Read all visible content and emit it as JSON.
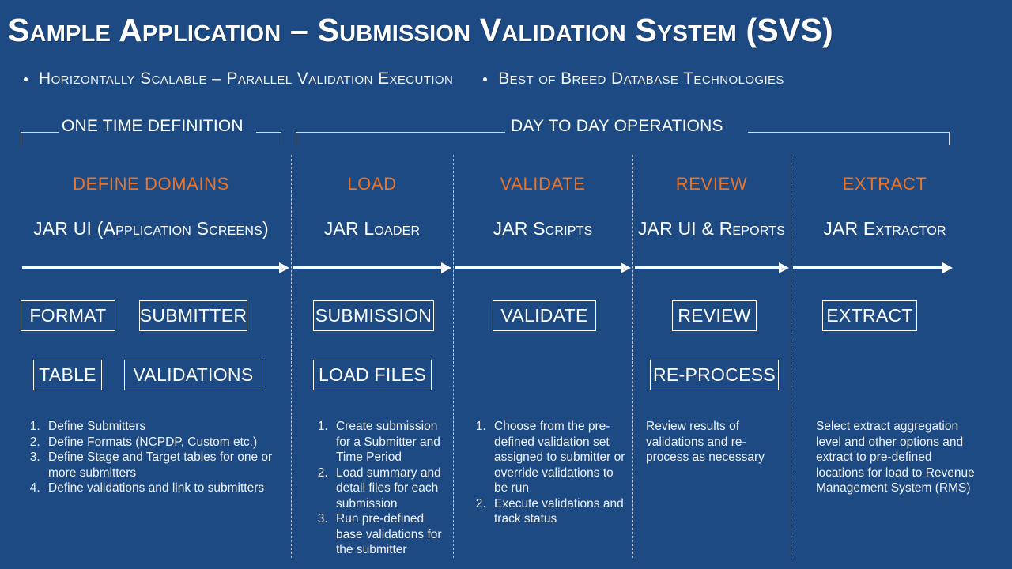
{
  "slide": {
    "title": "Sample Application – Submission Validation System (SVS)",
    "background_color": "#1d4a82",
    "accent_color": "#e8742c",
    "text_color": "#ffffff"
  },
  "subtitle": {
    "bullets": [
      "Horizontally Scalable – Parallel Validation Execution",
      "Best of Breed Database Technologies"
    ]
  },
  "phases": [
    {
      "label": "ONE TIME DEFINITION"
    },
    {
      "label": "DAY TO DAY OPERATIONS"
    }
  ],
  "columns": [
    {
      "header": "DEFINE DOMAINS",
      "subheader": "JAR UI (Application Screens)",
      "boxes": [
        "FORMAT",
        "SUBMITTER",
        "TABLE",
        "VALIDATIONS"
      ],
      "steps": [
        "Define Submitters",
        "Define Formats (NCPDP, Custom etc.)",
        "Define Stage and Target tables for one or more submitters",
        "Define validations and link to submitters"
      ],
      "note": ""
    },
    {
      "header": "LOAD",
      "subheader": "JAR Loader",
      "boxes": [
        "SUBMISSION",
        "LOAD FILES"
      ],
      "steps": [
        "Create submission for a Submitter and Time Period",
        "Load summary and detail files for each submission",
        "Run pre-defined base validations for the submitter"
      ],
      "note": ""
    },
    {
      "header": "VALIDATE",
      "subheader": "JAR Scripts",
      "boxes": [
        "VALIDATE"
      ],
      "steps": [
        "Choose from the pre-defined validation set assigned to submitter or override validations to be run",
        "Execute validations and track status"
      ],
      "note": ""
    },
    {
      "header": "REVIEW",
      "subheader": "JAR UI & Reports",
      "boxes": [
        "REVIEW",
        "RE-PROCESS"
      ],
      "steps": [],
      "note": "Review results of validations and re-process  as necessary"
    },
    {
      "header": "EXTRACT",
      "subheader": "JAR Extractor",
      "boxes": [
        "EXTRACT"
      ],
      "steps": [],
      "note": "Select extract aggregation level and other options and extract to pre-defined locations for load to Revenue Management System (RMS)"
    }
  ]
}
